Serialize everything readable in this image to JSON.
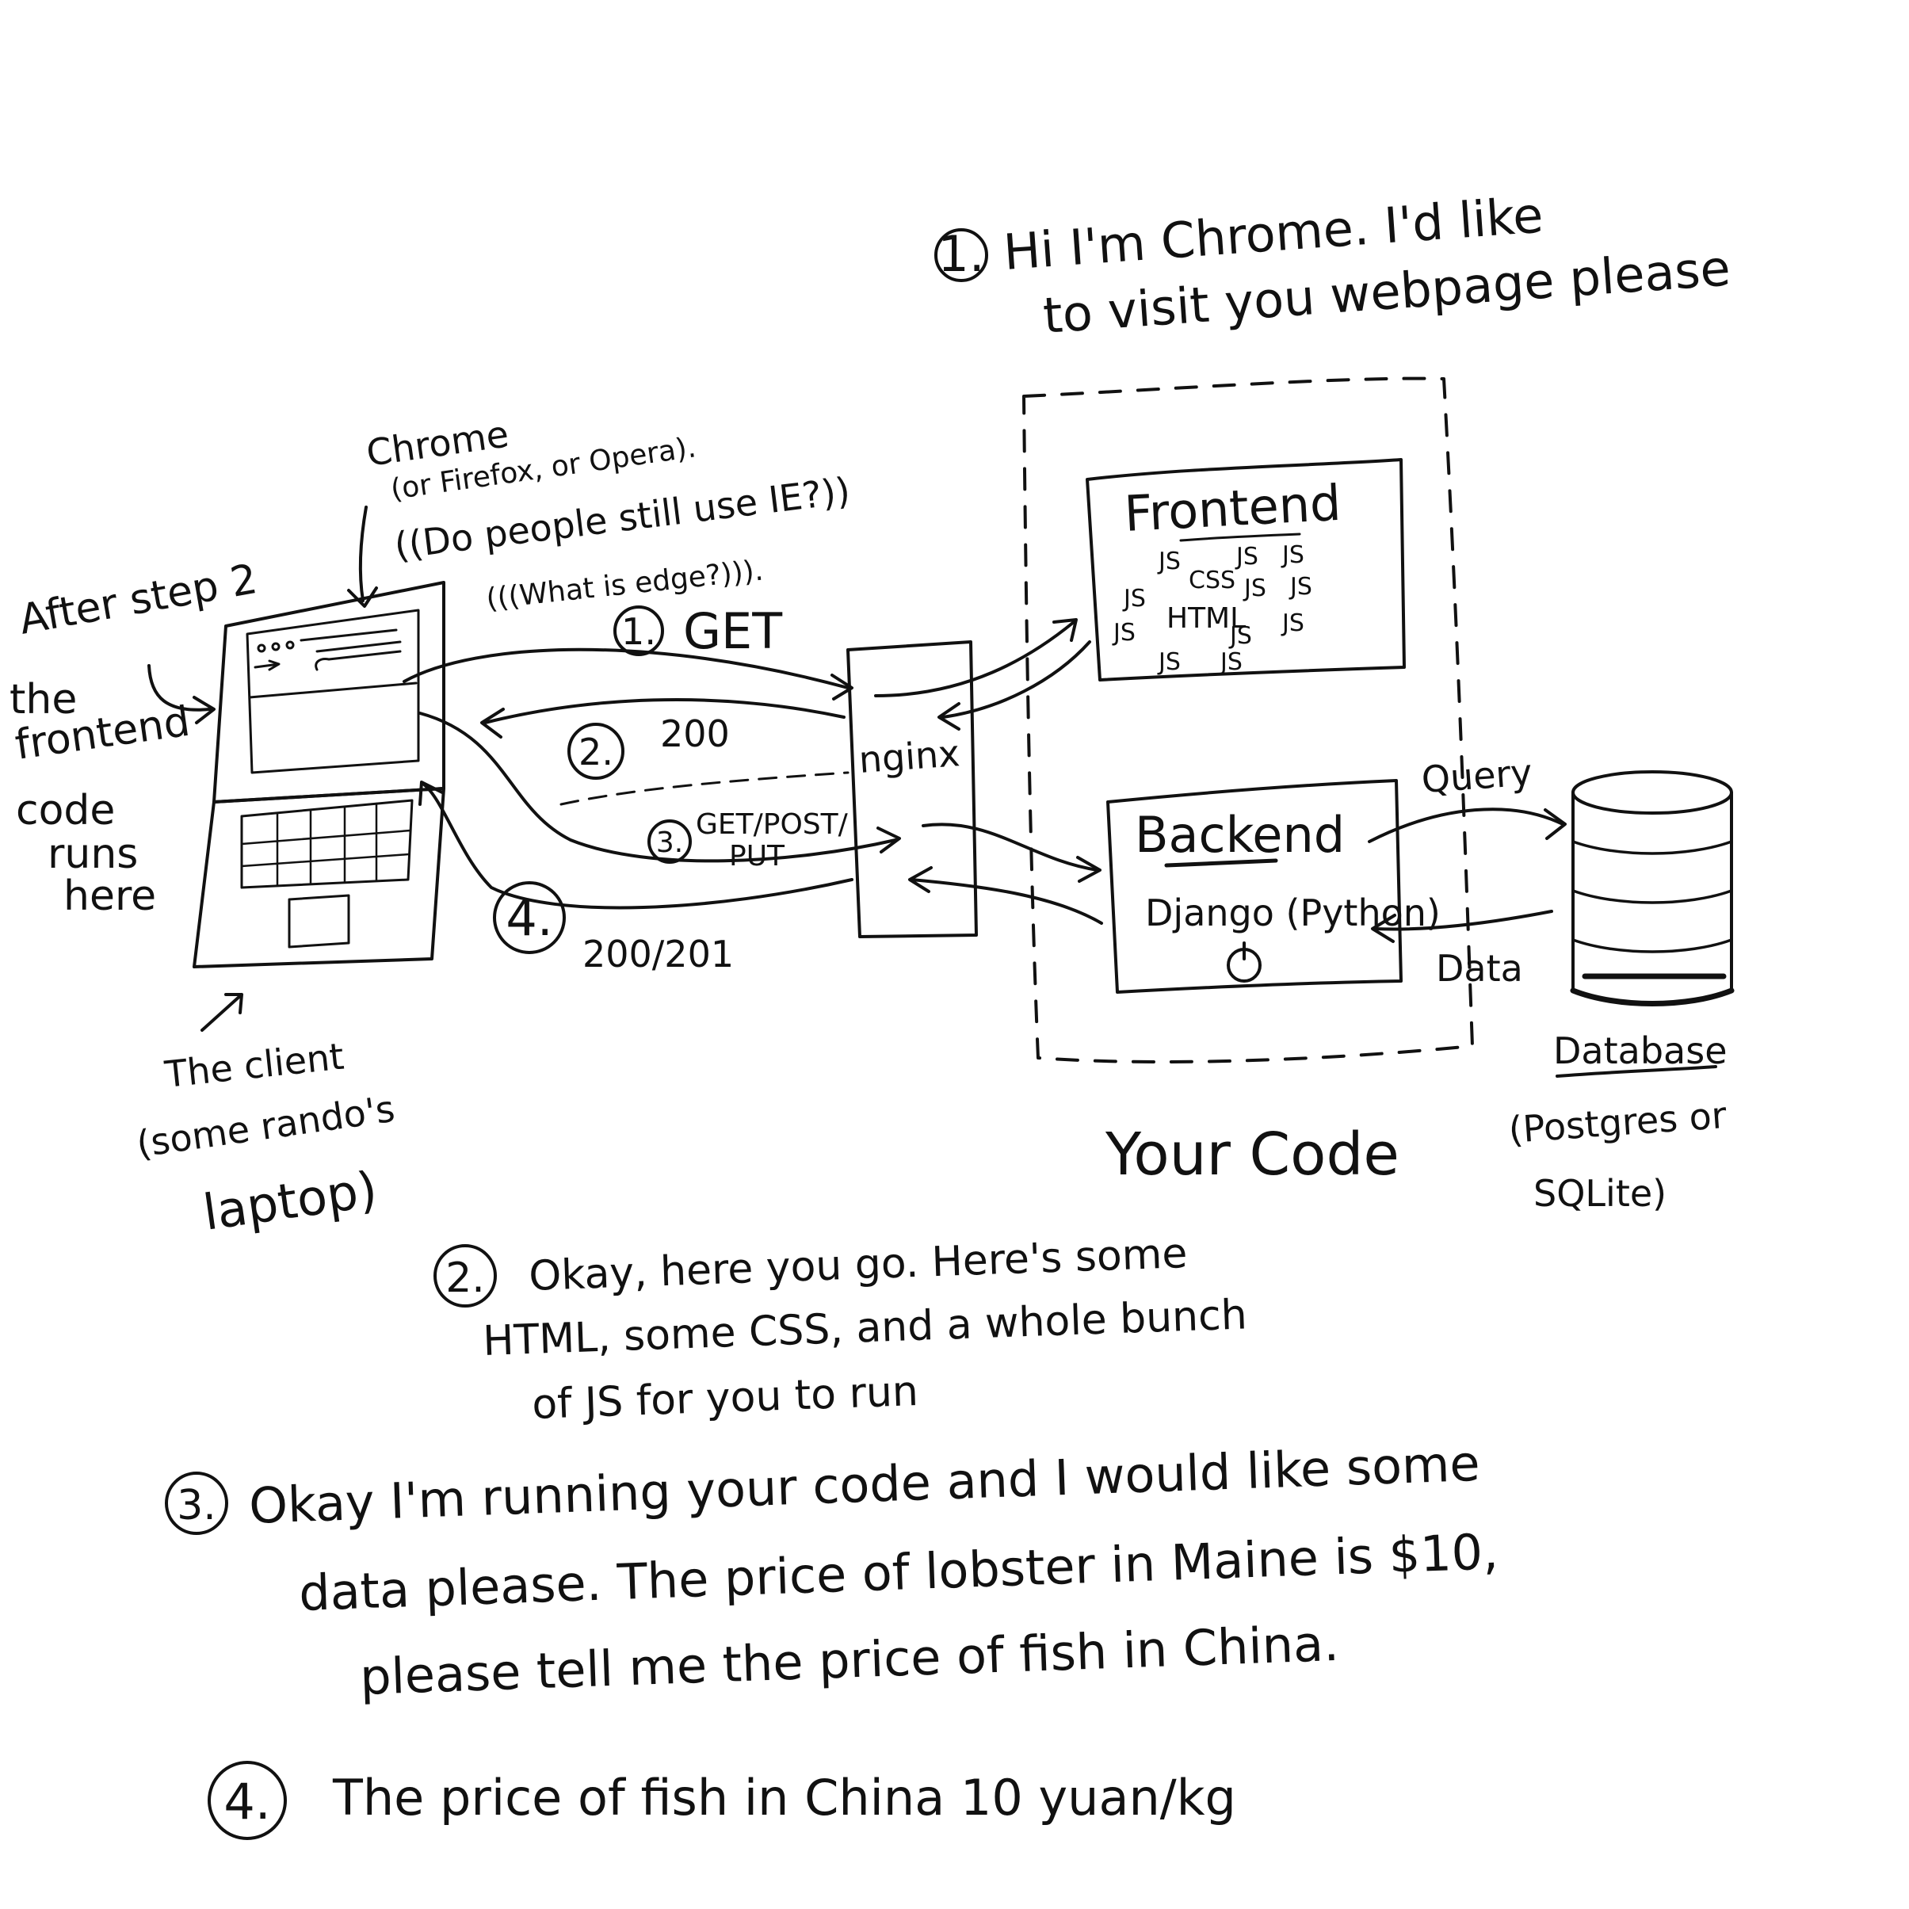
{
  "step1_note": {
    "num": "1.",
    "line1": "Hi I'm Chrome. I'd like",
    "line2": "to visit you webpage please"
  },
  "browser_note": {
    "line1": "Chrome",
    "line2": "(or Firefox, or Opera).",
    "line3": "((Do people still use IE?))",
    "line4": "(((What is edge?)))."
  },
  "after_note": [
    "After step 2",
    "the",
    "frontend",
    "code",
    "runs",
    "here"
  ],
  "client_note": [
    "The client",
    "(some rando's",
    "laptop)"
  ],
  "arrows": {
    "get": {
      "num": "1.",
      "label": "GET"
    },
    "ok200": {
      "num": "2.",
      "label": "200"
    },
    "getpost": {
      "num": "3.",
      "label": "GET/POST/",
      "label2": "PUT"
    },
    "ok201": {
      "num": "4.",
      "label": "200/201"
    }
  },
  "nginx": "nginx",
  "frontend": {
    "title": "Frontend",
    "tokens": [
      "JS",
      "CSS",
      "JS",
      "JS",
      "JS",
      "JS",
      "JS",
      "JS",
      "HTML",
      "JS",
      "JS",
      "JS",
      "JS"
    ]
  },
  "backend": {
    "title": "Backend",
    "subtitle": "Django (Python)"
  },
  "your_code": "Your Code",
  "query": "Query",
  "data_label": "Data",
  "database": {
    "title": "Database",
    "line1": "(Postgres or",
    "line2": "SQLite)"
  },
  "step2_note": {
    "num": "2.",
    "line1": "Okay, here you go. Here's some",
    "line2": "HTML, some CSS, and a whole bunch",
    "line3": "of JS for you to run"
  },
  "step3_note": {
    "num": "3.",
    "line1": "Okay I'm running your code and I would like some",
    "line2": "data please. The price of lobster in Maine is $10,",
    "line3": "please tell me the price of fish in China."
  },
  "step4_note": {
    "num": "4.",
    "line1": "The price of fish in China 10 yuan/kg"
  }
}
